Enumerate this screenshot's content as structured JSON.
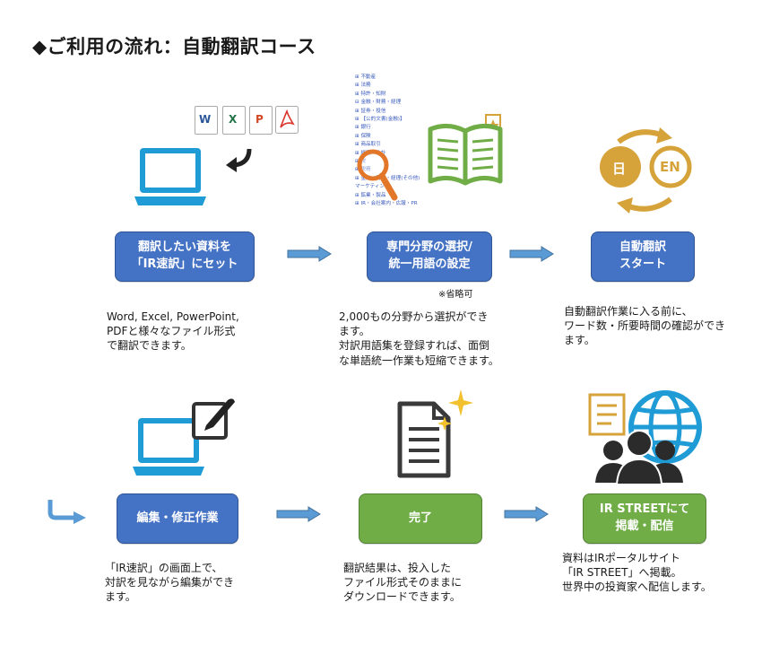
{
  "title": "◆ご利用の流れ：自動翻訳コース",
  "steps": [
    {
      "label_line1": "翻訳したい資料を",
      "label_line2": "「IR速訳」にセット",
      "desc": "Word, Excel, PowerPoint,\nPDFと様々なファイル形式\nで翻訳できます。"
    },
    {
      "label_line1": "専門分野の選択/",
      "label_line2": "統一用語の設定",
      "note": "※省略可",
      "desc": "2,000もの分野から選択ができ\nます。\n対訳用語集を登録すれば、面倒\nな単語統一作業も短縮できます。"
    },
    {
      "label_line1": "自動翻訳",
      "label_line2": "スタート",
      "desc": "自動翻訳作業に入る前に、\nワード数・所要時間の確認ができ\nます。"
    },
    {
      "label_line1": "編集・修正作業",
      "desc": "「IR速訳」の画面上で、\n対訳を見ながら編集ができ\nます。"
    },
    {
      "label_line1": "完了",
      "desc": "翻訳結果は、投入した\nファイル形式そのままに\nダウンロードできます。"
    },
    {
      "label_line1": "IR STREETにて",
      "label_line2": "掲載・配信",
      "desc": "資料はIRポータルサイト\n「IR STREET」へ掲載。\n世界中の投資家へ配信します。"
    }
  ],
  "file_icons": {
    "word": "W",
    "excel": "X",
    "powerpoint": "P"
  },
  "lang_icons": {
    "source": "日",
    "target": "EN"
  },
  "category_tree": [
    "⊞ 不動産",
    "⊞ 法務",
    "⊞ 特許・知財",
    "⊟ 金融・財務・経理",
    "   ⊞ 証券・投信",
    "   ⊞ 【公的文書(金融)】",
    "   ⊞ 銀行",
    "   ⊞ 保険",
    "   ⊞ 商品取引",
    "   ⊞ 経理・会計",
    "   ⊞ 税",
    "   ⊞ 税務",
    "   ⊞ 金融・財務・経理(その他)",
    "   マーケティング",
    "⊞ 鉱業・製品",
    "⊞ IR・会社案内・広報・PR"
  ],
  "colors": {
    "blue_box": "#4472c4",
    "green_box": "#70ad47",
    "arrow": "#5b9bd5",
    "icon_blue": "#1f9bd6",
    "gold": "#d6a33a",
    "book_green": "#70ad47"
  }
}
